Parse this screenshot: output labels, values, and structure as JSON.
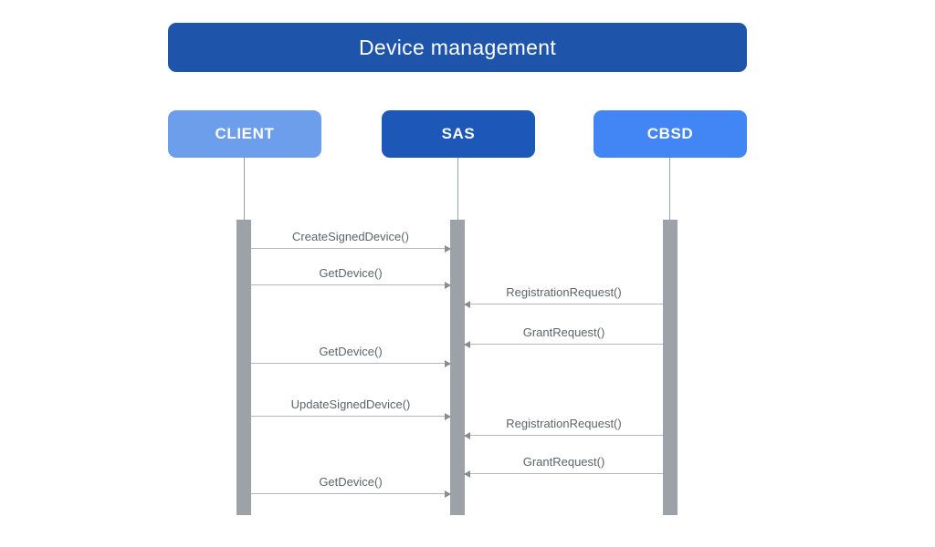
{
  "diagram": {
    "title": "Device management",
    "actors": [
      {
        "id": "client",
        "label": "CLIENT",
        "color": "#6D9EEB"
      },
      {
        "id": "sas",
        "label": "SAS",
        "color": "#1D58B9"
      },
      {
        "id": "cbsd",
        "label": "CBSD",
        "color": "#4285F4"
      }
    ],
    "messages": [
      {
        "label": "CreateSignedDevice()",
        "from": "CLIENT",
        "to": "SAS",
        "direction": "right"
      },
      {
        "label": "GetDevice()",
        "from": "CLIENT",
        "to": "SAS",
        "direction": "right"
      },
      {
        "label": "RegistrationRequest()",
        "from": "CBSD",
        "to": "SAS",
        "direction": "left"
      },
      {
        "label": "GrantRequest()",
        "from": "CBSD",
        "to": "SAS",
        "direction": "left"
      },
      {
        "label": "GetDevice()",
        "from": "CLIENT",
        "to": "SAS",
        "direction": "right"
      },
      {
        "label": "UpdateSignedDevice()",
        "from": "CLIENT",
        "to": "SAS",
        "direction": "right"
      },
      {
        "label": "RegistrationRequest()",
        "from": "CBSD",
        "to": "SAS",
        "direction": "left"
      },
      {
        "label": "GrantRequest()",
        "from": "CBSD",
        "to": "SAS",
        "direction": "left"
      },
      {
        "label": "GetDevice()",
        "from": "CLIENT",
        "to": "SAS",
        "direction": "right"
      }
    ],
    "colors": {
      "title_bg": "#1E55AB",
      "client_bg": "#6D9EEB",
      "sas_bg": "#1D58B9",
      "cbsd_bg": "#4285F4",
      "activation_bar": "#9DA2A8",
      "arrow_line": "#B4B8BD",
      "arrow_head": "#888D93",
      "message_text": "#5F6368",
      "lifeline": "#9AA0A6",
      "text_on_blue": "#FFFFFF"
    }
  }
}
